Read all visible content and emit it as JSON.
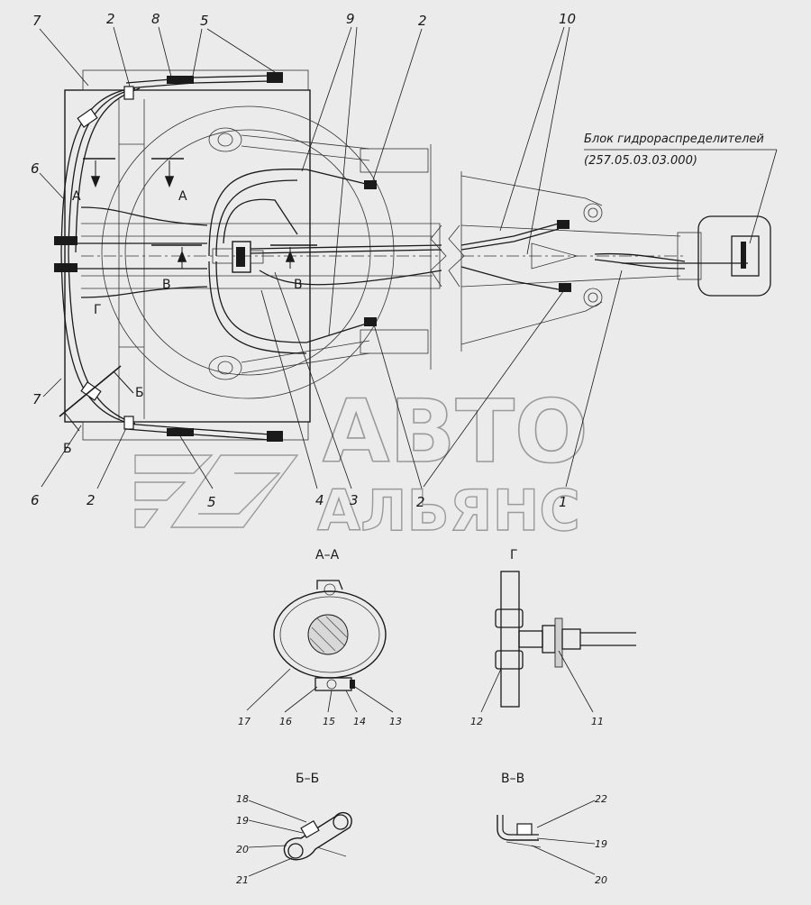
{
  "callouts": {
    "top": [
      "7",
      "2",
      "8",
      "5",
      "9",
      "2",
      "10"
    ],
    "left": [
      "6",
      "7",
      "6"
    ],
    "bottom": [
      "2",
      "5",
      "4",
      "3",
      "2",
      "1"
    ],
    "view_letters": [
      "А",
      "А",
      "В",
      "В",
      "Г",
      "Б",
      "Б"
    ]
  },
  "block": {
    "name": "Блок гидрораспределителей",
    "code": "(257.05.03.03.000)"
  },
  "watermark": {
    "line1": "АВТО",
    "line2": "АЛЬЯНС"
  },
  "sections": {
    "aa": {
      "title": "А–А",
      "labels": [
        "17",
        "16",
        "15",
        "14",
        "13"
      ]
    },
    "g": {
      "title": "Г",
      "labels": [
        "12",
        "11"
      ]
    },
    "bb": {
      "title": "Б–Б",
      "labels": [
        "18",
        "19",
        "20",
        "21"
      ]
    },
    "vv": {
      "title": "В–В",
      "labels": [
        "22",
        "19",
        "20"
      ]
    }
  }
}
